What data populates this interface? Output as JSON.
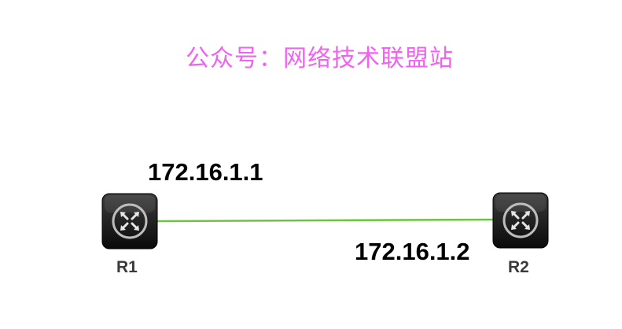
{
  "banner": {
    "text": "公众号：网络技术联盟站",
    "color": "#f062f0"
  },
  "devices": {
    "r1": {
      "name": "R1",
      "ip": "172.16.1.1",
      "icon": "router-icon"
    },
    "r2": {
      "name": "R2",
      "ip": "172.16.1.2",
      "icon": "router-icon"
    }
  },
  "link": {
    "color": "#6cc63a"
  }
}
